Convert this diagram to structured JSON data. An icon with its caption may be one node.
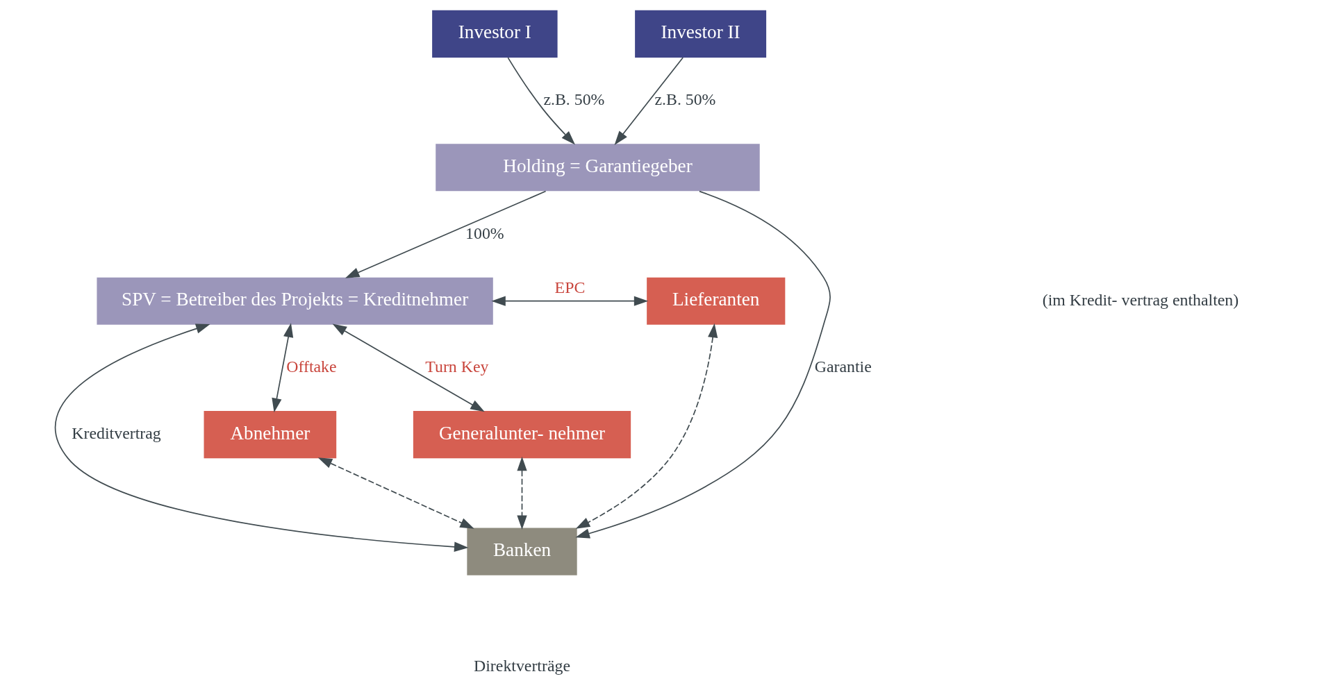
{
  "diagram": {
    "nodes": [
      {
        "text": [
          "Investor I"
        ]
      },
      {
        "text": [
          "Investor II"
        ]
      },
      {
        "text": [
          "Holding = Garantiegeber"
        ]
      },
      {
        "text": [
          "SPV = Betreiber des Projekts = Kreditnehmer"
        ]
      },
      {
        "text": [
          "Abnehmer"
        ]
      },
      {
        "text": [
          "Lieferanten"
        ]
      },
      {
        "text": [
          "Generalunter- nehmer"
        ]
      },
      {
        "text": [
          "Banken"
        ]
      }
    ],
    "edges": [
      {
        "from": 0,
        "to": 2,
        "arrow": "to",
        "label": "z.B. 50%"
      },
      {
        "from": 1,
        "to": 2,
        "arrow": "to",
        "label": "z.B. 50%"
      },
      {
        "from": 2,
        "to": 3,
        "arrow": "to",
        "label": "100%"
      },
      {
        "from": 2,
        "to": 7,
        "arrow": "to",
        "label": "Garantie"
      },
      {
        "from": 7,
        "to": 3,
        "arrow": "both",
        "label": "Kreditvertrag"
      },
      {
        "from": 3,
        "to": 4,
        "arrow": "both",
        "label": "Offtake"
      },
      {
        "from": 3,
        "to": 5,
        "arrow": "both",
        "label": "EPC"
      },
      {
        "from": 3,
        "to": 6,
        "arrow": "both",
        "label": "Turn Key"
      },
      {
        "from": 4,
        "to": 7,
        "arrow": "both",
        "style": "dashed"
      },
      {
        "from": 5,
        "to": 7,
        "arrow": "both",
        "style": "dashed"
      },
      {
        "from": 6,
        "to": 7,
        "arrow": "both",
        "style": "dashed"
      }
    ],
    "labels": [
      "(im Kredit- vertrag enthalten)",
      "Direktverträge"
    ]
  }
}
